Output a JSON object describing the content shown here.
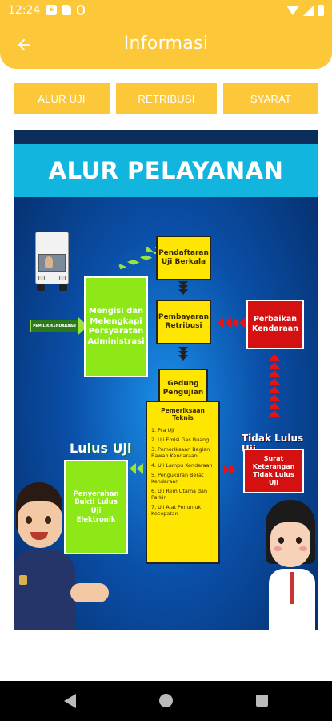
{
  "status_bar": {
    "time": "12:24"
  },
  "header": {
    "title": "Informasi"
  },
  "tabs": [
    {
      "label": "ALUR UJI"
    },
    {
      "label": "RETRIBUSI"
    },
    {
      "label": "SYARAT"
    }
  ],
  "infographic": {
    "title": "ALUR PELAYANAN",
    "truck_sign": "PEMILIK KENDARAAN",
    "step_fill": "Mengisi dan Melengkapi Persyaratan Administrasi",
    "step_register": "Pendaftaran Uji Berkala",
    "step_payment": "Pembayaran Retribusi",
    "step_building": "Gedung Pengujian",
    "step_repair": "Perbaikan Kendaraan",
    "inspection": {
      "title": "Pemeriksaan Teknis",
      "items": [
        "1. Pra Uji",
        "2. Uji Emisi Gas Buang",
        "3. Pemeriksaan Bagian Bawah Kendaraan",
        "4. Uji Lampu Kendaraan",
        "5. Pengukuran Berat Kendaraan",
        "6. Uji Rem Utama dan Parkir",
        "7. Uji Alat Penunjuk Kecepatan"
      ]
    },
    "pass_label": "Lulus Uji",
    "pass_box": "Penyerahan Bukti Lulus Uji Elektronik",
    "fail_label": "Tidak Lulus Uji",
    "fail_box": "Surat Keterangan Tidak Lulus Uji"
  },
  "colors": {
    "header": "#FCC83A",
    "tab": "#FCC83A",
    "title_band": "#12b5de",
    "yellow_box": "#ffe600",
    "green_box": "#8ee817",
    "red_box": "#d51010"
  },
  "icons": {
    "back": "arrow-left",
    "nav_back": "triangle-back",
    "nav_home": "circle-home",
    "nav_recent": "square-recents"
  }
}
